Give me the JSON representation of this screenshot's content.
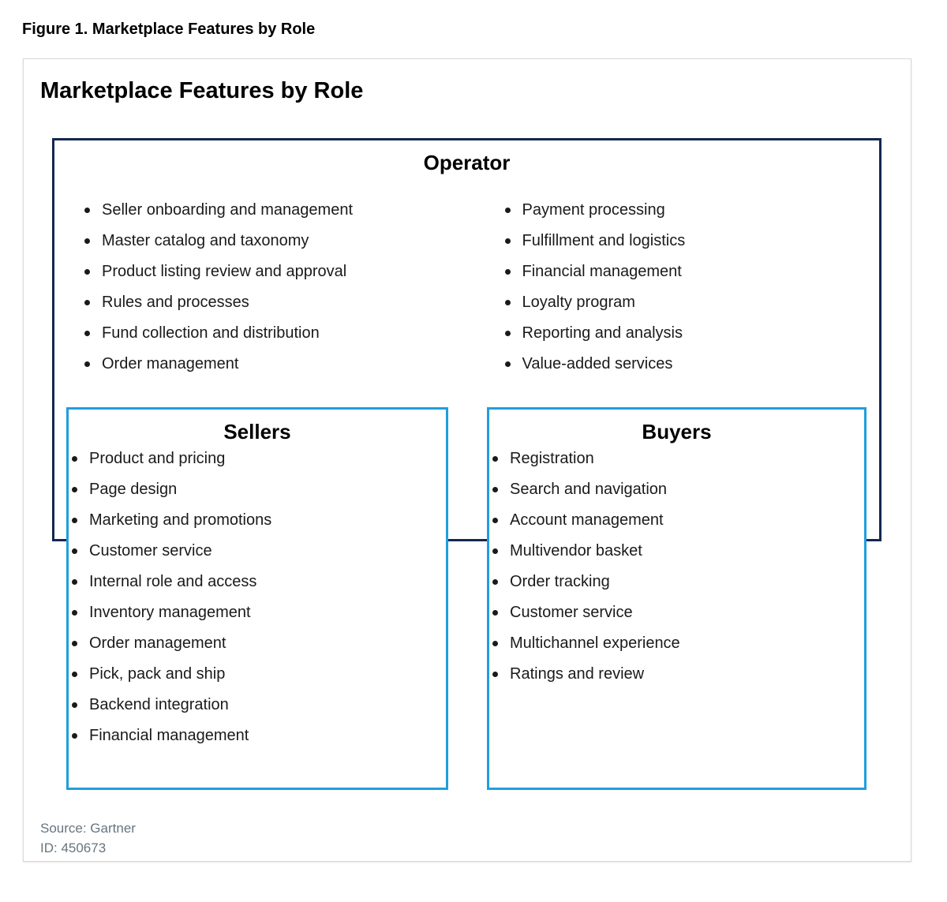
{
  "figure_label": "Figure 1. Marketplace Features by Role",
  "panel": {
    "title": "Marketplace Features by Role",
    "operator": {
      "title": "Operator",
      "items_left": [
        "Seller onboarding and management",
        "Master catalog and taxonomy",
        "Product listing review and approval",
        "Rules and processes",
        "Fund collection and distribution",
        "Order management"
      ],
      "items_right": [
        "Payment processing",
        "Fulfillment and logistics",
        "Financial management",
        "Loyalty program",
        "Reporting and analysis",
        "Value-added services"
      ]
    },
    "sellers": {
      "title": "Sellers",
      "items": [
        "Product and pricing",
        "Page design",
        "Marketing and promotions",
        "Customer service",
        "Internal role and access",
        "Inventory management",
        "Order management",
        "Pick, pack and ship",
        "Backend integration",
        "Financial management"
      ]
    },
    "buyers": {
      "title": "Buyers",
      "items": [
        "Registration",
        "Search and navigation",
        "Account management",
        "Multivendor basket",
        "Order tracking",
        "Customer service",
        "Multichannel experience",
        "Ratings and review"
      ]
    },
    "footer": {
      "source": "Source: Gartner",
      "id": "ID: 450673"
    }
  },
  "colors": {
    "navy": "#132850",
    "light_blue": "#1F9FDD",
    "panel_border": "#D8D8D8",
    "footer_text": "#68747E",
    "text": "#1A1A1A"
  }
}
